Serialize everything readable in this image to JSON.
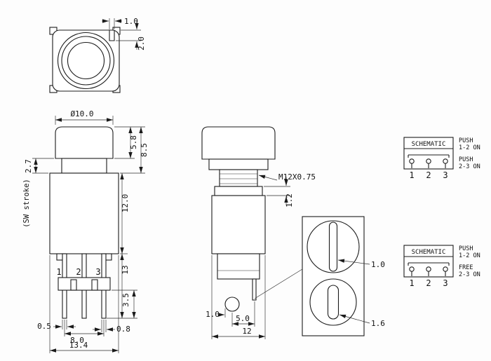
{
  "top_view": {
    "dim_notch_width": "1.0",
    "dim_notch_depth": "2.0"
  },
  "front_view": {
    "dim_cap_dia": "Ø10.0",
    "dim_cap_h": "5.8",
    "dim_cap_total": "8.5",
    "dim_stroke": "2.7",
    "stroke_note": "(SW stroke)",
    "dim_body_h": "12.0",
    "dim_lower_h": "13",
    "pin_labels": [
      "1",
      "2",
      "3"
    ],
    "dim_pin_len": "3.5",
    "dim_pin_t": "0.5",
    "dim_pin_pitch": "8.0",
    "dim_pin_w": "0.8",
    "dim_body_w": "13.4"
  },
  "side_view": {
    "thread": "M12X0.75",
    "dim_washer": "1.2",
    "dim_boss": "1.0",
    "dim_boss_pos": "5.0",
    "dim_depth": "12"
  },
  "bottom_view": {
    "dim_slot": "1.0",
    "dim_oval": "1.6"
  },
  "schematics": [
    {
      "title": "SCHEMATIC",
      "pins": [
        "1",
        "2",
        "3"
      ],
      "notes": [
        {
          "line1": "PUSH",
          "line2": "1-2 ON"
        },
        {
          "line1": "PUSH",
          "line2": "2-3 ON"
        }
      ]
    },
    {
      "title": "SCHEMATIC",
      "pins": [
        "1",
        "2",
        "3"
      ],
      "notes": [
        {
          "line1": "PUSH",
          "line2": "1-2 ON"
        },
        {
          "line1": "FREE",
          "line2": "2-3 ON"
        }
      ]
    }
  ]
}
